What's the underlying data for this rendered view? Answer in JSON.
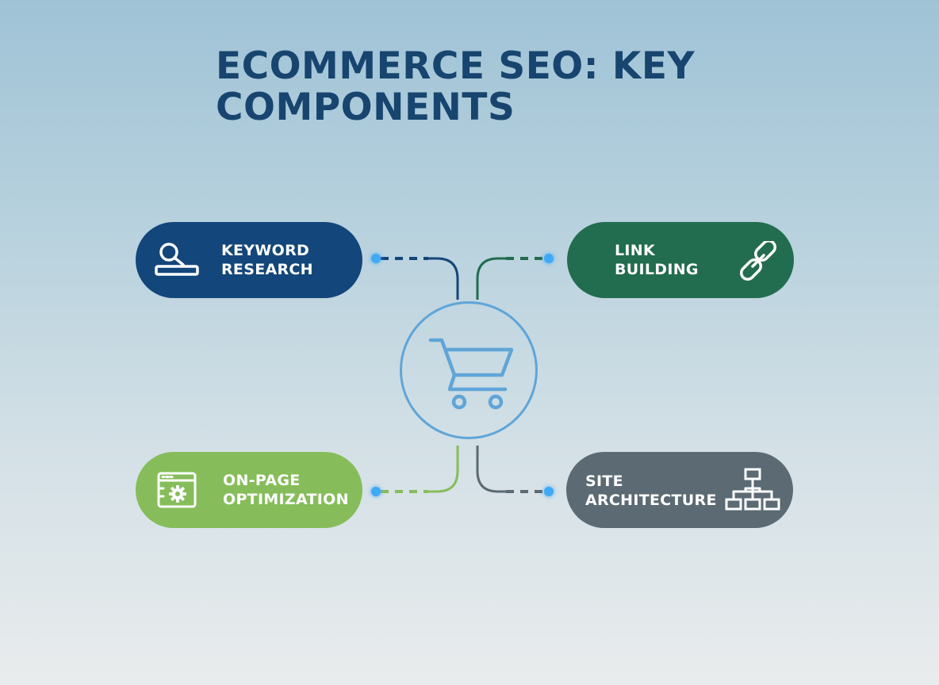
{
  "title": {
    "line1": "ECOMMERCE SEO: KEY",
    "line2": "COMPONENTS"
  },
  "center": {
    "icon": "shopping-cart-icon",
    "color": "#5fa5d8"
  },
  "components": {
    "keyword_research": {
      "line1": "KEYWORD",
      "line2": "RESEARCH",
      "icon": "search-keyboard-icon",
      "color": "#13467a"
    },
    "link_building": {
      "line1": "LINK",
      "line2": "BUILDING",
      "icon": "chain-link-icon",
      "color": "#226c4f"
    },
    "on_page_optimization": {
      "line1": "ON-PAGE",
      "line2": "OPTIMIZATION",
      "icon": "browser-gear-icon",
      "color": "#86bd5a"
    },
    "site_architecture": {
      "line1": "SITE",
      "line2": "ARCHITECTURE",
      "icon": "sitemap-icon",
      "color": "#5b6a73"
    }
  },
  "connector_glow_color": "#3fa9f5"
}
